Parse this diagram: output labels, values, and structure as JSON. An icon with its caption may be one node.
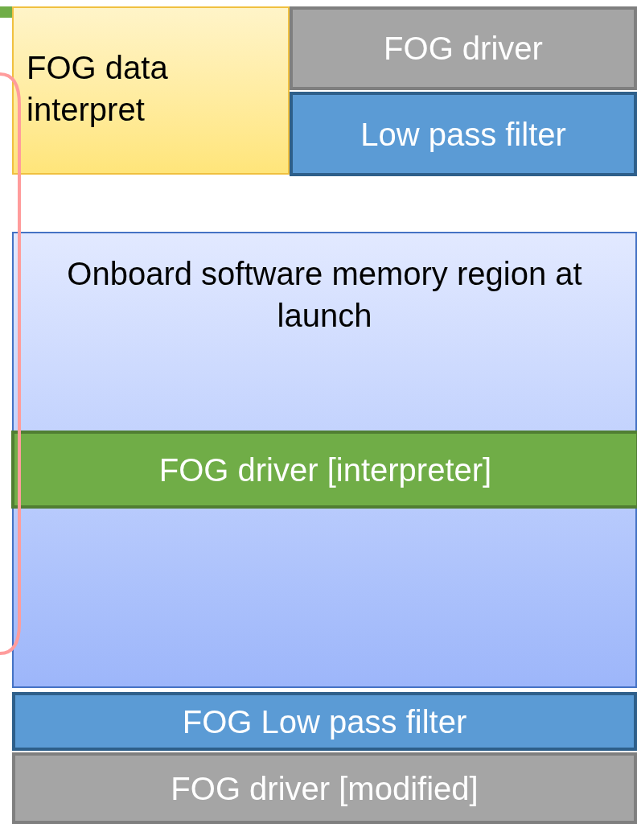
{
  "diagram": {
    "nodes": [
      {
        "text": [
          "FOG data interpret"
        ]
      },
      {
        "text": [
          "FOG driver"
        ]
      },
      {
        "text": [
          "Low pass filter"
        ]
      },
      {
        "text": [
          "Onboard software memory region at launch"
        ]
      },
      {
        "text": [
          "FOG  driver [interpreter]"
        ],
        "in": 3
      },
      {
        "text": [
          "FOG Low pass filter"
        ]
      },
      {
        "text": [
          "FOG driver [modified]"
        ]
      }
    ]
  }
}
